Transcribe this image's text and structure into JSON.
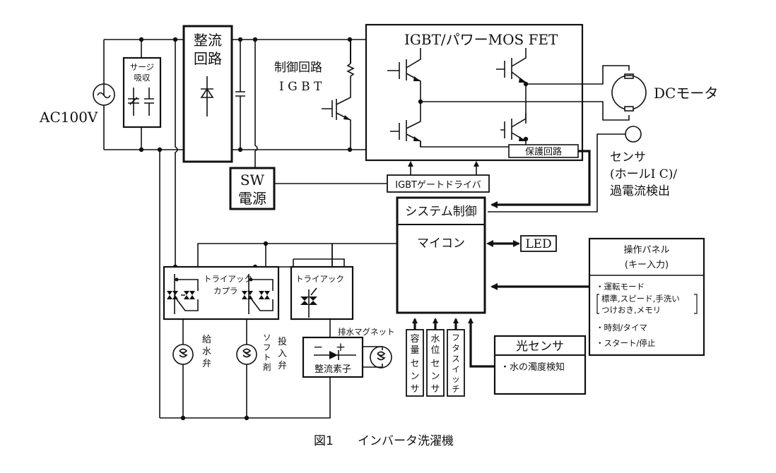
{
  "figure": {
    "caption_number": "図1",
    "caption_title": "インバータ洗濯機"
  },
  "power_input": {
    "source_label": "AC100V",
    "surge_label_line1": "サージ",
    "surge_label_line2": "吸収"
  },
  "rectifier": {
    "label_line1": "整流",
    "label_line2": "回路"
  },
  "control_igbt": {
    "label_line1": "制御回路",
    "label_line2": "I G B T"
  },
  "inverter": {
    "title": "IGBT/パワーMOS FET",
    "protection_label": "保護回路"
  },
  "motor": {
    "label": "DCモータ"
  },
  "sensor": {
    "line1": "センサ",
    "line2": "(ホールI C)/",
    "line3": "過電流検出"
  },
  "sw_power": {
    "line1": "SW",
    "line2": "電源"
  },
  "gate_driver": {
    "label": "IGBTゲートドライバ"
  },
  "mcu": {
    "header": "システム制御",
    "label": "マイコン"
  },
  "led": {
    "label": "LED"
  },
  "control_panel": {
    "title_line1": "操作パネル",
    "title_line2": "(キー入力)",
    "items": [
      "・運転モード",
      "標準,スピード,手洗い",
      "つけおき,メモリ",
      "・時刻/タイマ",
      "・スタート/停止"
    ]
  },
  "triac_coupler": {
    "line1": "トライアック",
    "line2": "カプラ"
  },
  "triac": {
    "label": "トライアック"
  },
  "valves": {
    "water_supply": [
      "給",
      "水",
      "弁"
    ],
    "softener_line1": [
      "ソ",
      "フ",
      "ト",
      "剤"
    ],
    "softener_line2": [
      "投",
      "入",
      "弁"
    ]
  },
  "drain_magnet": {
    "label": "排水マグネット",
    "rectifier_label": "整流素子",
    "minus": "−",
    "plus": "+"
  },
  "sensors_column": {
    "capacity": [
      "容",
      "量",
      "セ",
      "ン",
      "サ"
    ],
    "water_level": [
      "水",
      "位",
      "セ",
      "ン",
      "サ"
    ],
    "lid_switch": [
      "フ",
      "タ",
      "ス",
      "イ",
      "ッ",
      "チ"
    ]
  },
  "light_sensor": {
    "title": "光センサ",
    "item": "・水の濁度検知"
  }
}
